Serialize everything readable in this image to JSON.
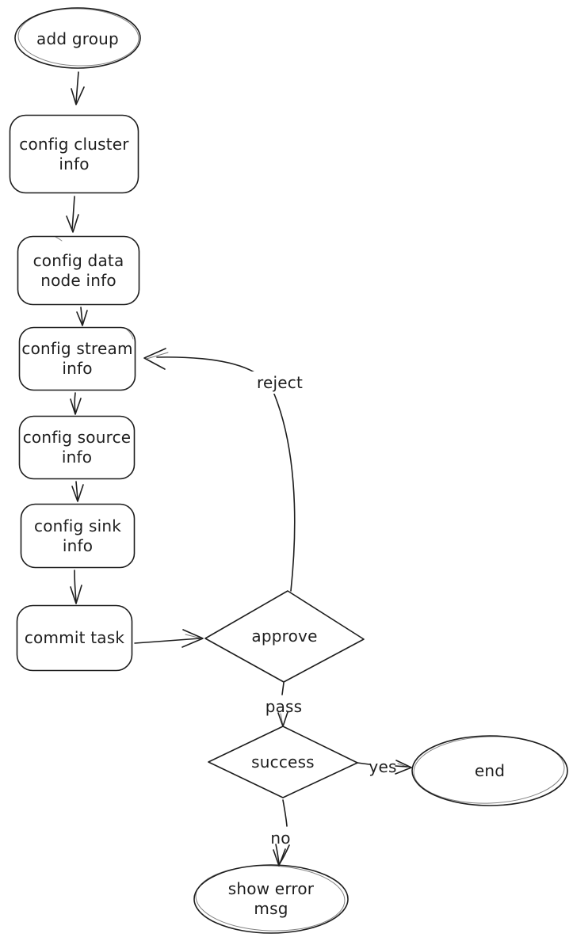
{
  "diagram": {
    "type": "flowchart",
    "background_color": "#ffffff",
    "stroke_color": "#1e1e1e",
    "nodes": [
      {
        "id": "add-group",
        "shape": "ellipse",
        "label": "add group"
      },
      {
        "id": "config-cluster-info",
        "shape": "rounded-rectangle",
        "label": "config cluster\ninfo"
      },
      {
        "id": "config-data-node-info",
        "shape": "rounded-rectangle",
        "label": "config data\nnode info"
      },
      {
        "id": "config-stream-info",
        "shape": "rounded-rectangle",
        "label": "config stream\ninfo"
      },
      {
        "id": "config-source-info",
        "shape": "rounded-rectangle",
        "label": "config source\ninfo"
      },
      {
        "id": "config-sink-info",
        "shape": "rounded-rectangle",
        "label": "config sink\ninfo"
      },
      {
        "id": "commit-task",
        "shape": "rounded-rectangle",
        "label": "commit task"
      },
      {
        "id": "approve",
        "shape": "diamond",
        "label": "approve"
      },
      {
        "id": "success",
        "shape": "diamond",
        "label": "success"
      },
      {
        "id": "end",
        "shape": "ellipse",
        "label": "end"
      },
      {
        "id": "show-error-msg",
        "shape": "ellipse",
        "label": "show error\nmsg"
      }
    ],
    "edges": [
      {
        "from": "add-group",
        "to": "config-cluster-info",
        "label": ""
      },
      {
        "from": "config-cluster-info",
        "to": "config-data-node-info",
        "label": ""
      },
      {
        "from": "config-data-node-info",
        "to": "config-stream-info",
        "label": ""
      },
      {
        "from": "config-stream-info",
        "to": "config-source-info",
        "label": ""
      },
      {
        "from": "config-source-info",
        "to": "config-sink-info",
        "label": ""
      },
      {
        "from": "config-sink-info",
        "to": "commit-task",
        "label": ""
      },
      {
        "from": "commit-task",
        "to": "approve",
        "label": ""
      },
      {
        "from": "approve",
        "to": "config-stream-info",
        "label": "reject"
      },
      {
        "from": "approve",
        "to": "success",
        "label": "pass"
      },
      {
        "from": "success",
        "to": "end",
        "label": "yes"
      },
      {
        "from": "success",
        "to": "show-error-msg",
        "label": "no"
      }
    ]
  }
}
